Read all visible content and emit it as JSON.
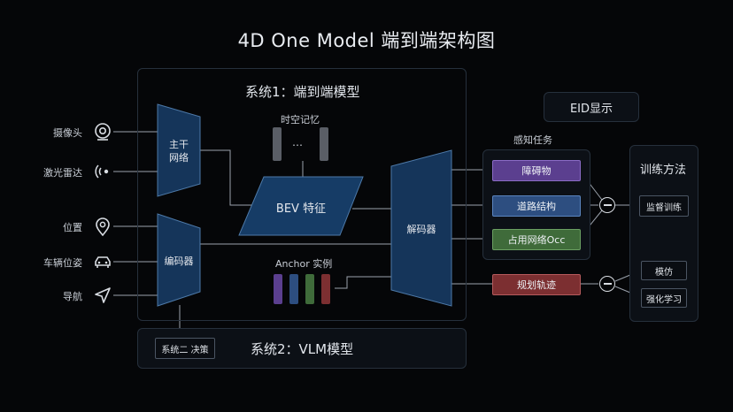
{
  "title": "4D One Model 端到端架构图",
  "system1": {
    "title": "系统1：端到端模型"
  },
  "system2": {
    "title": "系统2：VLM模型",
    "decision_label": "系统二 决策"
  },
  "inputs": [
    {
      "label": "摄像头",
      "icon": "camera-icon"
    },
    {
      "label": "激光雷达",
      "icon": "lidar-icon"
    },
    {
      "label": "位置",
      "icon": "location-pin-icon"
    },
    {
      "label": "车辆位姿",
      "icon": "car-icon"
    },
    {
      "label": "导航",
      "icon": "navigation-arrow-icon"
    }
  ],
  "backbone": {
    "label_line1": "主干",
    "label_line2": "网络"
  },
  "encoder": {
    "label": "编码器"
  },
  "spatiotemporal_memory": {
    "label": "时空记忆",
    "ellipsis": "…"
  },
  "bev": {
    "label": "BEV 特征"
  },
  "anchor": {
    "label": "Anchor 实例"
  },
  "decoder": {
    "label": "解码器"
  },
  "eid": {
    "label": "EID显示"
  },
  "perception": {
    "label": "感知任务",
    "tasks": [
      {
        "label": "障碍物",
        "color": "#5b3f8f"
      },
      {
        "label": "道路结构",
        "color": "#2d4e80"
      },
      {
        "label": "占用网络Occ",
        "color": "#3f6b3a"
      }
    ]
  },
  "planning": {
    "label": "规划轨迹",
    "color": "#7c2f31"
  },
  "training": {
    "title": "训练方法",
    "methods": [
      "监督训练",
      "模仿",
      "强化学习"
    ]
  },
  "colors": {
    "accent_purple": "#5b3f8f",
    "accent_blue": "#2d4e80",
    "accent_green": "#3f6b3a",
    "accent_red": "#7c2f31",
    "memory_gray": "#5a5e66"
  }
}
